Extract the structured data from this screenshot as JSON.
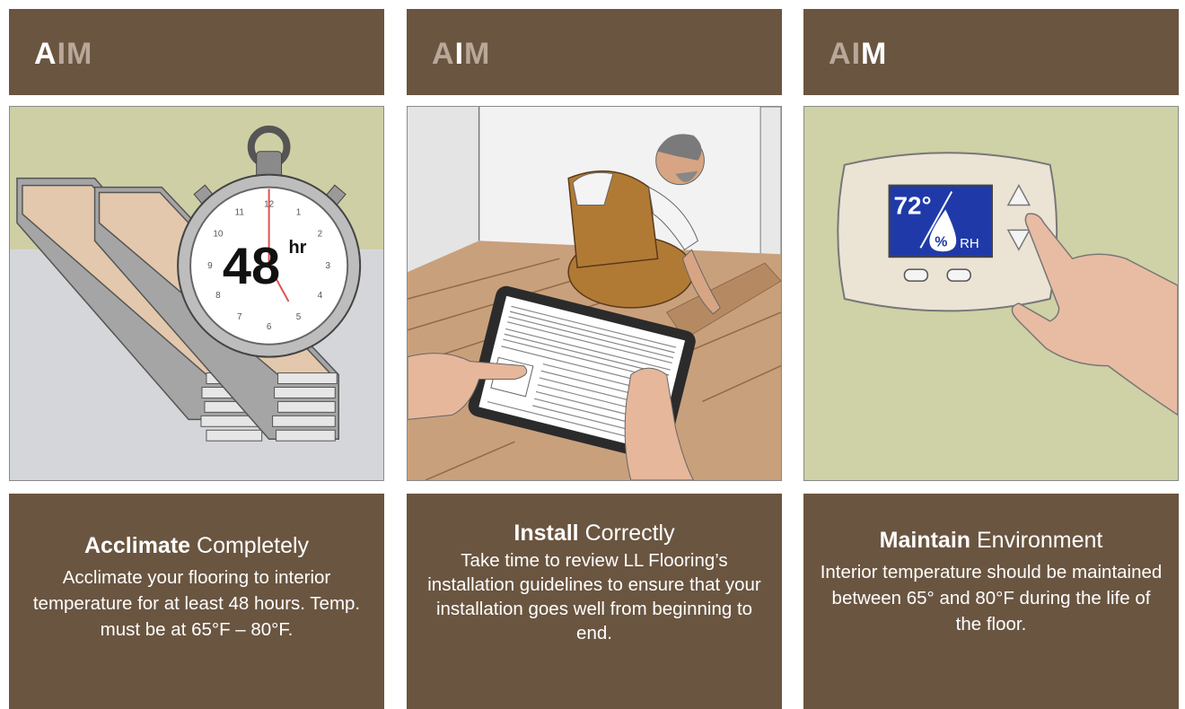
{
  "panels": [
    {
      "letters": [
        "A",
        "I",
        "M"
      ],
      "active": 0,
      "title_bold": "Acclimate",
      "title_rest": " Completely",
      "body": "Acclimate your flooring to interior temperature for at least 48 hours. Temp. must be at 65°F – 80°F.",
      "illustration": {
        "timer_value": "48",
        "timer_unit": "hr",
        "dial_numbers": [
          "12",
          "1",
          "2",
          "3",
          "4",
          "5",
          "6",
          "7",
          "8",
          "9",
          "10",
          "11"
        ]
      }
    },
    {
      "letters": [
        "A",
        "I",
        "M"
      ],
      "active": 1,
      "title_bold": "Install",
      "title_rest": " Correctly",
      "body": "Take time to review LL Flooring’s installation guidelines to ensure that your installation goes well from beginning to end."
    },
    {
      "letters": [
        "A",
        "I",
        "M"
      ],
      "active": 2,
      "title_bold": "Maintain",
      "title_rest": " Environment",
      "body": "Interior temperature should be maintained between 65° and 80°F during the life of the floor.",
      "illustration": {
        "temperature": "72°",
        "humidity_symbol": "%",
        "humidity_unit": "RH"
      }
    }
  ],
  "colors": {
    "brown": "#6a5540",
    "active_letter": "#ffffff",
    "inactive_letter": "#b9a899",
    "screen_blue": "#1f3aa8"
  }
}
